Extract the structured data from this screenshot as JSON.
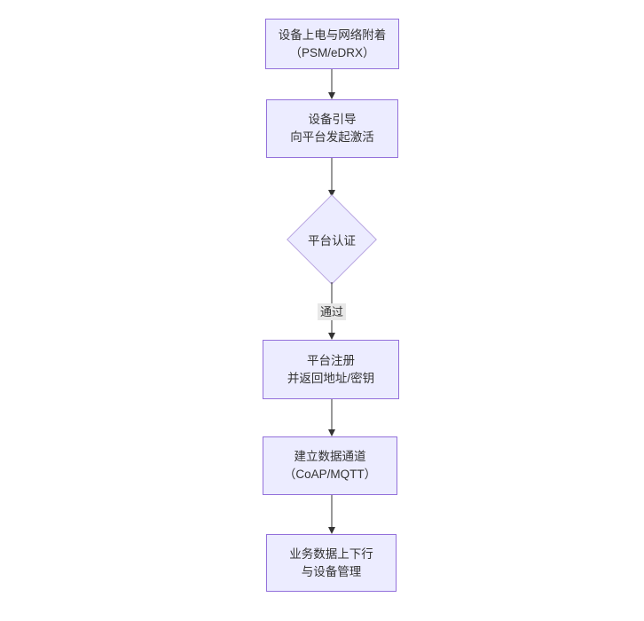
{
  "colors": {
    "background": "#ffffff",
    "node_fill": "#ECECFF",
    "node_border": "#9370DB",
    "diamond_border": "#b9a5e0",
    "text": "#333333",
    "arrow": "#333333",
    "edge_label_bg": "#e8e8e8"
  },
  "nodes": {
    "power_attach": {
      "line1": "设备上电与网络附着",
      "line2": "（PSM/eDRX）"
    },
    "bootstrap": {
      "line1": "设备引导",
      "line2": "向平台发起激活"
    },
    "auth": {
      "line1": "平台认证"
    },
    "register": {
      "line1": "平台注册",
      "line2": "并返回地址/密钥"
    },
    "channel": {
      "line1": "建立数据通道",
      "line2": "（CoAP/MQTT）"
    },
    "business": {
      "line1": "业务数据上下行",
      "line2": "与设备管理"
    }
  },
  "edges": {
    "pass_label": "通过"
  }
}
